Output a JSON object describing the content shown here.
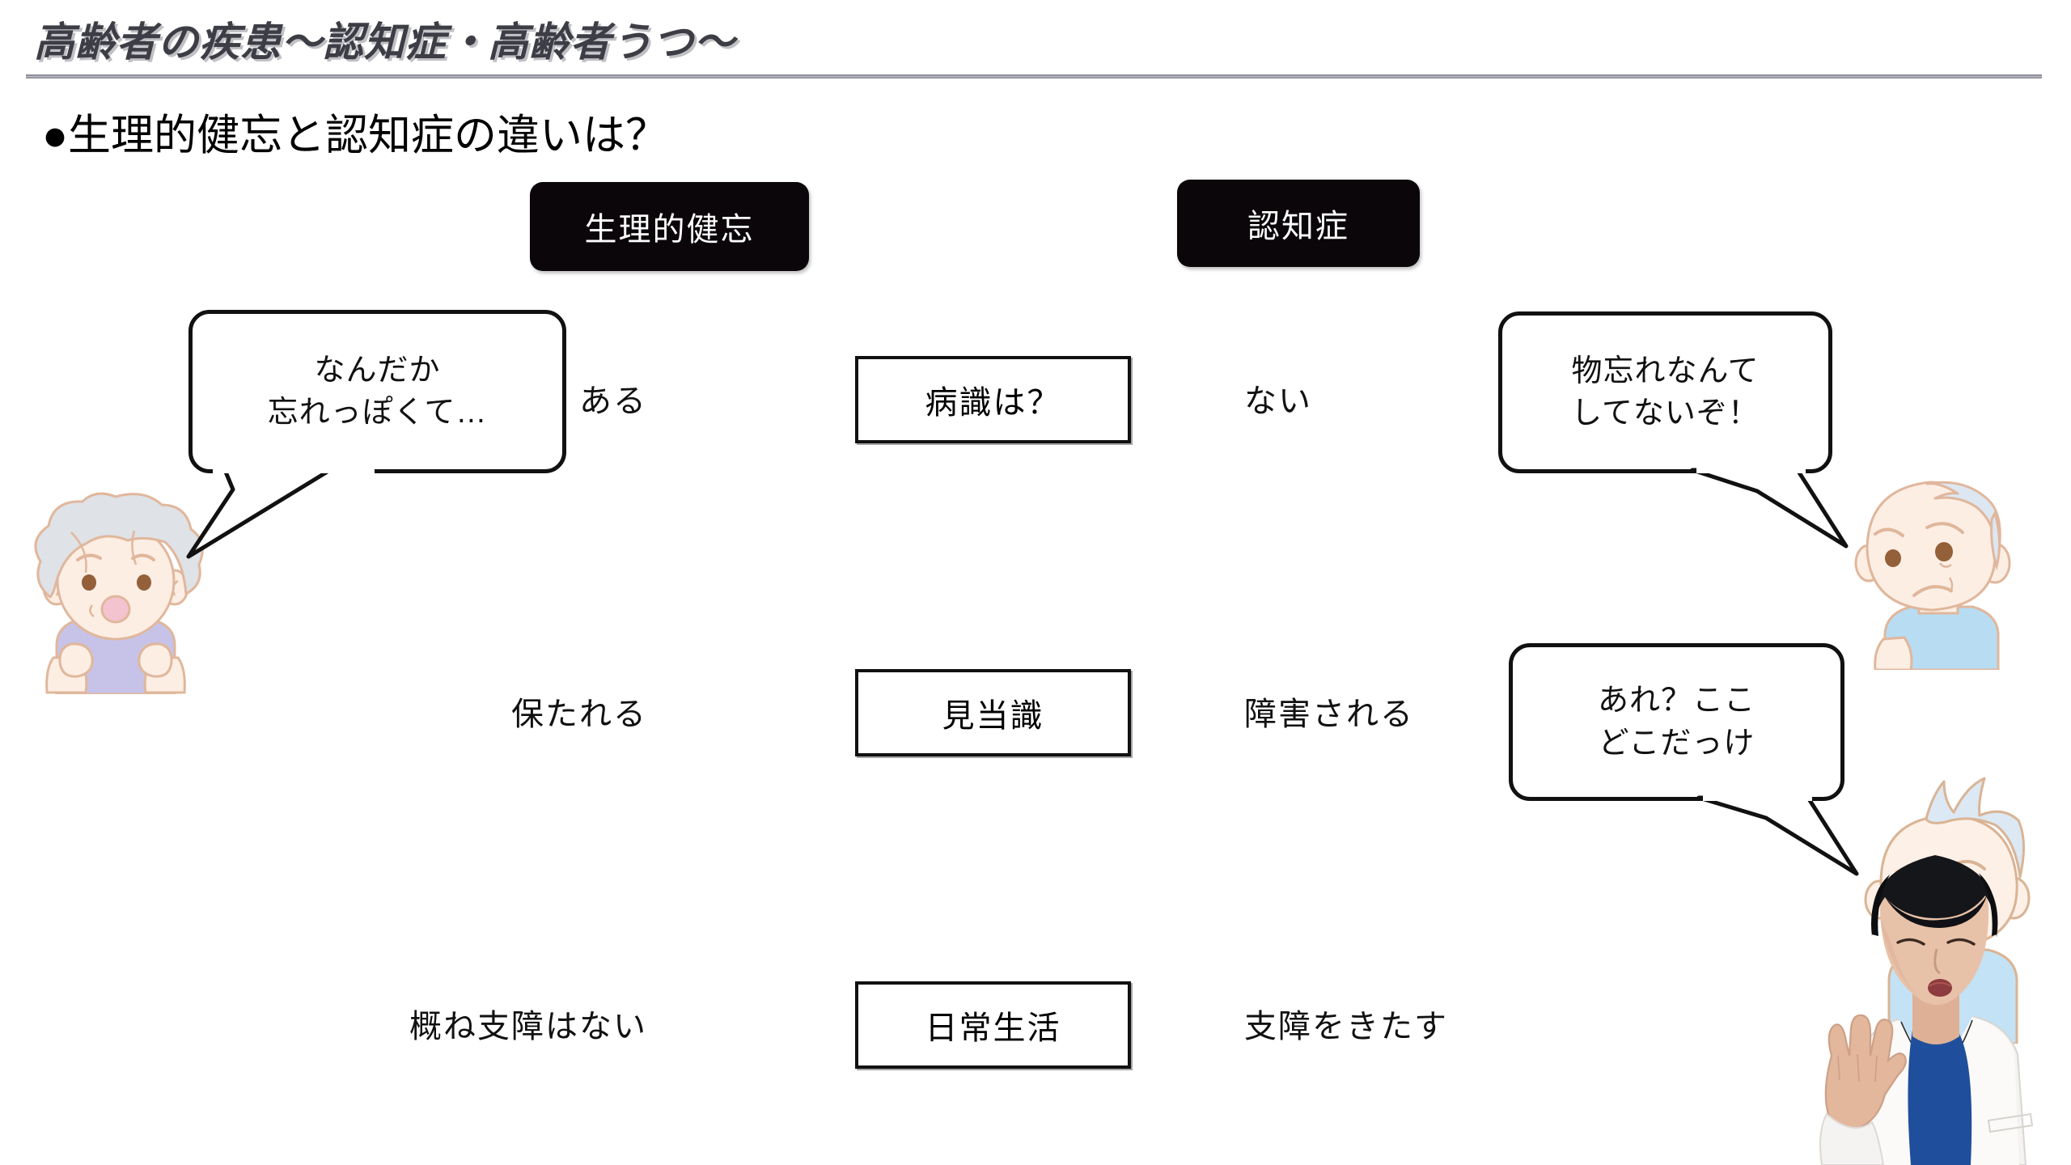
{
  "slide": {
    "title": "高齢者の疾患～認知症・高齢者うつ～",
    "subtitle": "●生理的健忘と認知症の違いは？"
  },
  "columns": {
    "left_header": "生理的健忘",
    "right_header": "認知症"
  },
  "comparison_rows": [
    {
      "attribute": "病識は？",
      "left_value": "ある",
      "right_value": "ない"
    },
    {
      "attribute": "見当識",
      "left_value": "保たれる",
      "right_value": "障害される"
    },
    {
      "attribute": "日常生活",
      "left_value": "概ね支障はない",
      "right_value": "支障をきたす"
    }
  ],
  "speech_bubbles": [
    {
      "id": "bubble-woman",
      "line1": "なんだか",
      "line2": "忘れっぽくて…"
    },
    {
      "id": "bubble-man-upper",
      "line1": "物忘れなんて",
      "line2": "してないぞ！"
    },
    {
      "id": "bubble-man-lower",
      "line1": "あれ？ここ",
      "line2": "どこだっけ"
    }
  ],
  "illustrations": [
    {
      "name": "elderly-woman",
      "hair_color": "#dfe2e6",
      "skin_color": "#fdeee4",
      "clothing_color": "#c7c3e8",
      "expression": "worried"
    },
    {
      "name": "elderly-man-upper",
      "hair_color": "#dde7f2",
      "skin_color": "#fdeee4",
      "clothing_color": "#b8dcf2",
      "expression": "sad"
    },
    {
      "name": "elderly-man-lower",
      "hair_color": "#dce8f4",
      "skin_color": "#fdf0e7",
      "clothing_color": "#c3e2f5",
      "expression": "confused"
    }
  ],
  "presenter_overlay": {
    "name": "presenter-video",
    "coat_color": "#f4f3f1",
    "shirt_color": "#1f4e9c",
    "hair_color": "#15161a",
    "skin_color": "#e8c2a8"
  },
  "colors": {
    "title_text": "#3d3d46",
    "title_shadow": "#8c8c96",
    "pill_background": "#0a0609",
    "pill_text": "#ffffff",
    "box_border": "#111111",
    "page_background": "#ffffff"
  }
}
